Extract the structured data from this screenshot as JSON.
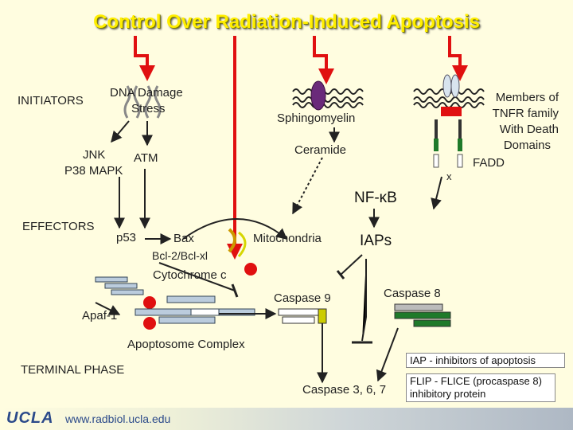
{
  "title": "Control Over Radiation-Induced Apoptosis",
  "labels": {
    "initiators": "INITIATORS",
    "dna_damage": "DNA Damage",
    "stress": "Stress",
    "sphingomyelin": "Sphingomyelin",
    "ceramide": "Ceramide",
    "tnfr": [
      "Members of",
      "TNFR family",
      "With Death",
      "Domains"
    ],
    "fadd": "FADD",
    "x": "x",
    "jnk": "JNK",
    "atm": "ATM",
    "p38": "P38 MAPK",
    "nfkb": "NF-κB",
    "effectors": "EFFECTORS",
    "p53": "p53",
    "bax": "Bax",
    "bcl": "Bcl-2/Bcl-xl",
    "mitochondria": "Mitochondria",
    "iaps": "IAPs",
    "cytochrome": "Cytochrome c",
    "caspase9": "Caspase 9",
    "caspase8": "Caspase 8",
    "apaf": "Apaf-1",
    "apoptosome": "Apoptosome Complex",
    "terminal": "TERMINAL PHASE",
    "caspase367": "Caspase 3, 6, 7"
  },
  "legend": {
    "iap": "IAP - inhibitors of apoptosis",
    "flip": "FLIP - FLICE (procaspase 8) inhibitory protein"
  },
  "footer": {
    "logo": "UCLA",
    "url": "www.radbiol.ucla.edu"
  },
  "colors": {
    "radiation_arrow": "#e01010",
    "title": "#ffee00",
    "membrane": "#222222",
    "receptor": "#6a2a7a",
    "green_segment": "#1f7a2a"
  }
}
